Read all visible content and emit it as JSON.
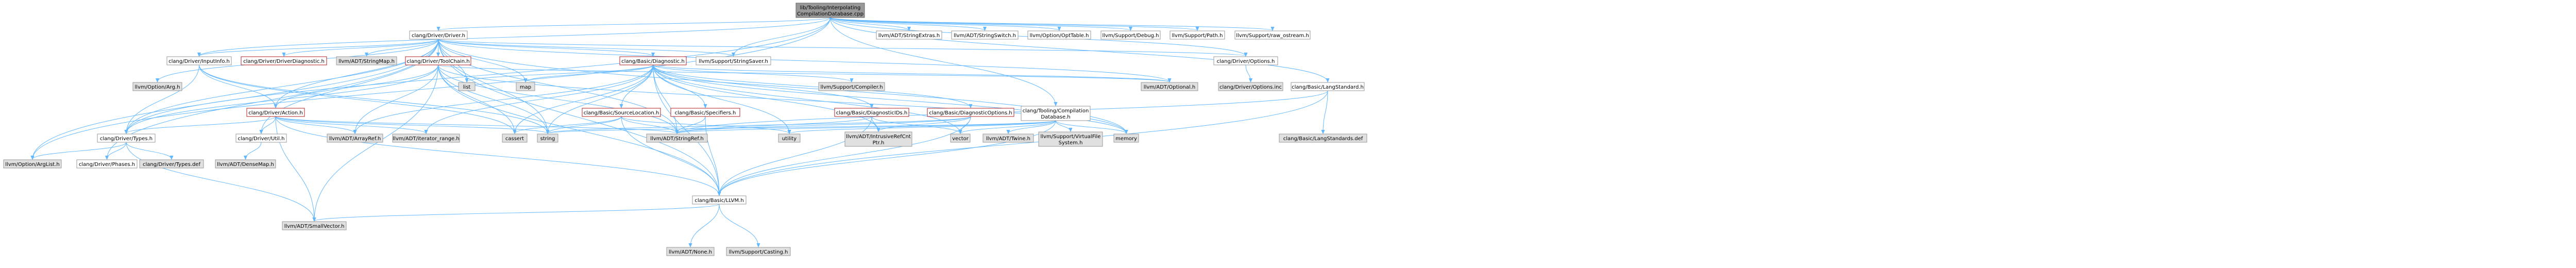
{
  "colors": {
    "edge": "#63b8ff",
    "root_fill": "#999999",
    "grey_fill": "#e0e0e0",
    "border": "#999999",
    "red_border": "#b22222"
  },
  "nodes": {
    "root1": {
      "label": "lib/Tooling/Interpolating",
      "style": "root"
    },
    "root2": {
      "label": "CompilationDatabase.cpp",
      "style": "root"
    },
    "driver": {
      "label": "clang/Driver/Driver.h",
      "style": "linked"
    },
    "strextras": {
      "label": "llvm/ADT/StringExtras.h",
      "style": "linked"
    },
    "strswitch": {
      "label": "llvm/ADT/StringSwitch.h",
      "style": "linked"
    },
    "opttable": {
      "label": "llvm/Option/OptTable.h",
      "style": "linked"
    },
    "debug": {
      "label": "llvm/Support/Debug.h",
      "style": "linked"
    },
    "path": {
      "label": "llvm/Support/Path.h",
      "style": "linked"
    },
    "rawostream": {
      "label": "llvm/Support/raw_ostream.h",
      "style": "linked"
    },
    "stringsaver": {
      "label": "llvm/Support/StringSaver.h",
      "style": "linked"
    },
    "diagnostic": {
      "label": "clang/Basic/Diagnostic.h",
      "style": "red"
    },
    "inputinfo": {
      "label": "clang/Driver/InputInfo.h",
      "style": "linked"
    },
    "driverdiag": {
      "label": "clang/Driver/DriverDiagnostic.h",
      "style": "red"
    },
    "strmap": {
      "label": "llvm/ADT/StringMap.h",
      "style": "grey"
    },
    "toolchain": {
      "label": "clang/Driver/ToolChain.h",
      "style": "red"
    },
    "driveroptions": {
      "label": "clang/Driver/Options.h",
      "style": "linked"
    },
    "langstd": {
      "label": "clang/Basic/LangStandard.h",
      "style": "linked"
    },
    "optarg": {
      "label": "llvm/Option/Arg.h",
      "style": "grey"
    },
    "action": {
      "label": "clang/Driver/Action.h",
      "style": "red"
    },
    "list": {
      "label": "list",
      "style": "grey"
    },
    "map": {
      "label": "map",
      "style": "grey"
    },
    "srcloc": {
      "label": "clang/Basic/SourceLocation.h",
      "style": "red"
    },
    "specifiers": {
      "label": "clang/Basic/Specifiers.h",
      "style": "red"
    },
    "compiler": {
      "label": "llvm/Support/Compiler.h",
      "style": "grey"
    },
    "diagids": {
      "label": "clang/Basic/DiagnosticIDs.h",
      "style": "red"
    },
    "diagopts": {
      "label": "clang/Basic/DiagnosticOptions.h",
      "style": "red"
    },
    "optional": {
      "label": "llvm/ADT/Optional.h",
      "style": "grey"
    },
    "optinc": {
      "label": "clang/Driver/Options.inc",
      "style": "grey"
    },
    "compdb1": {
      "label": "clang/Tooling/Compilation",
      "style": "linked"
    },
    "compdb2": {
      "label": "Database.h",
      "style": "linked"
    },
    "memory": {
      "label": "memory",
      "style": "grey"
    },
    "types": {
      "label": "clang/Driver/Types.h",
      "style": "linked"
    },
    "util": {
      "label": "clang/Driver/Util.h",
      "style": "linked"
    },
    "arrayref": {
      "label": "llvm/ADT/ArrayRef.h",
      "style": "grey"
    },
    "iterrange": {
      "label": "llvm/ADT/iterator_range.h",
      "style": "grey"
    },
    "cassert": {
      "label": "cassert",
      "style": "grey"
    },
    "string": {
      "label": "string",
      "style": "grey"
    },
    "stringref": {
      "label": "llvm/ADT/StringRef.h",
      "style": "grey"
    },
    "utility": {
      "label": "utility",
      "style": "grey"
    },
    "intrusive1": {
      "label": "llvm/ADT/IntrusiveRefCnt",
      "style": "grey"
    },
    "intrusive2": {
      "label": "Ptr.h",
      "style": "grey"
    },
    "vector": {
      "label": "vector",
      "style": "grey"
    },
    "twine": {
      "label": "llvm/ADT/Twine.h",
      "style": "grey"
    },
    "vfs1": {
      "label": "llvm/Support/VirtualFile",
      "style": "grey"
    },
    "vfs2": {
      "label": "System.h",
      "style": "grey"
    },
    "langstddef": {
      "label": "clang/Basic/LangStandards.def",
      "style": "grey"
    },
    "arglist": {
      "label": "llvm/Option/ArgList.h",
      "style": "grey"
    },
    "phases": {
      "label": "clang/Driver/Phases.h",
      "style": "linked"
    },
    "typesdef": {
      "label": "clang/Driver/Types.def",
      "style": "grey"
    },
    "densemap": {
      "label": "llvm/ADT/DenseMap.h",
      "style": "grey"
    },
    "llvmh": {
      "label": "clang/Basic/LLVM.h",
      "style": "linked"
    },
    "smallvector": {
      "label": "llvm/ADT/SmallVector.h",
      "style": "grey"
    },
    "none": {
      "label": "llvm/ADT/None.h",
      "style": "grey"
    },
    "casting": {
      "label": "llvm/Support/Casting.h",
      "style": "grey"
    }
  }
}
